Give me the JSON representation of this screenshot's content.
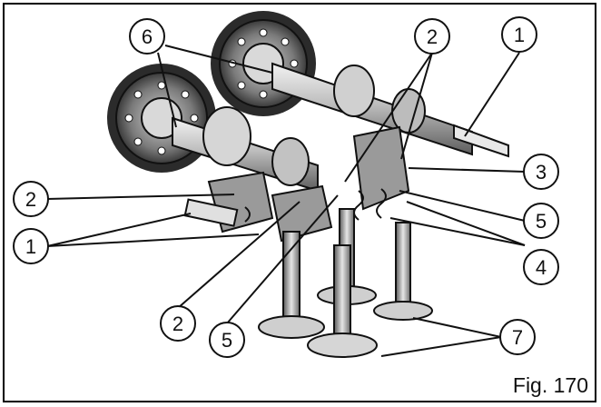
{
  "figure": {
    "label": "Fig. 170",
    "callouts": [
      "1",
      "2",
      "3",
      "4",
      "5",
      "6",
      "7"
    ]
  },
  "colors": {
    "ink": "#111111",
    "paper": "#ffffff",
    "shade": "#8c8c8c"
  }
}
